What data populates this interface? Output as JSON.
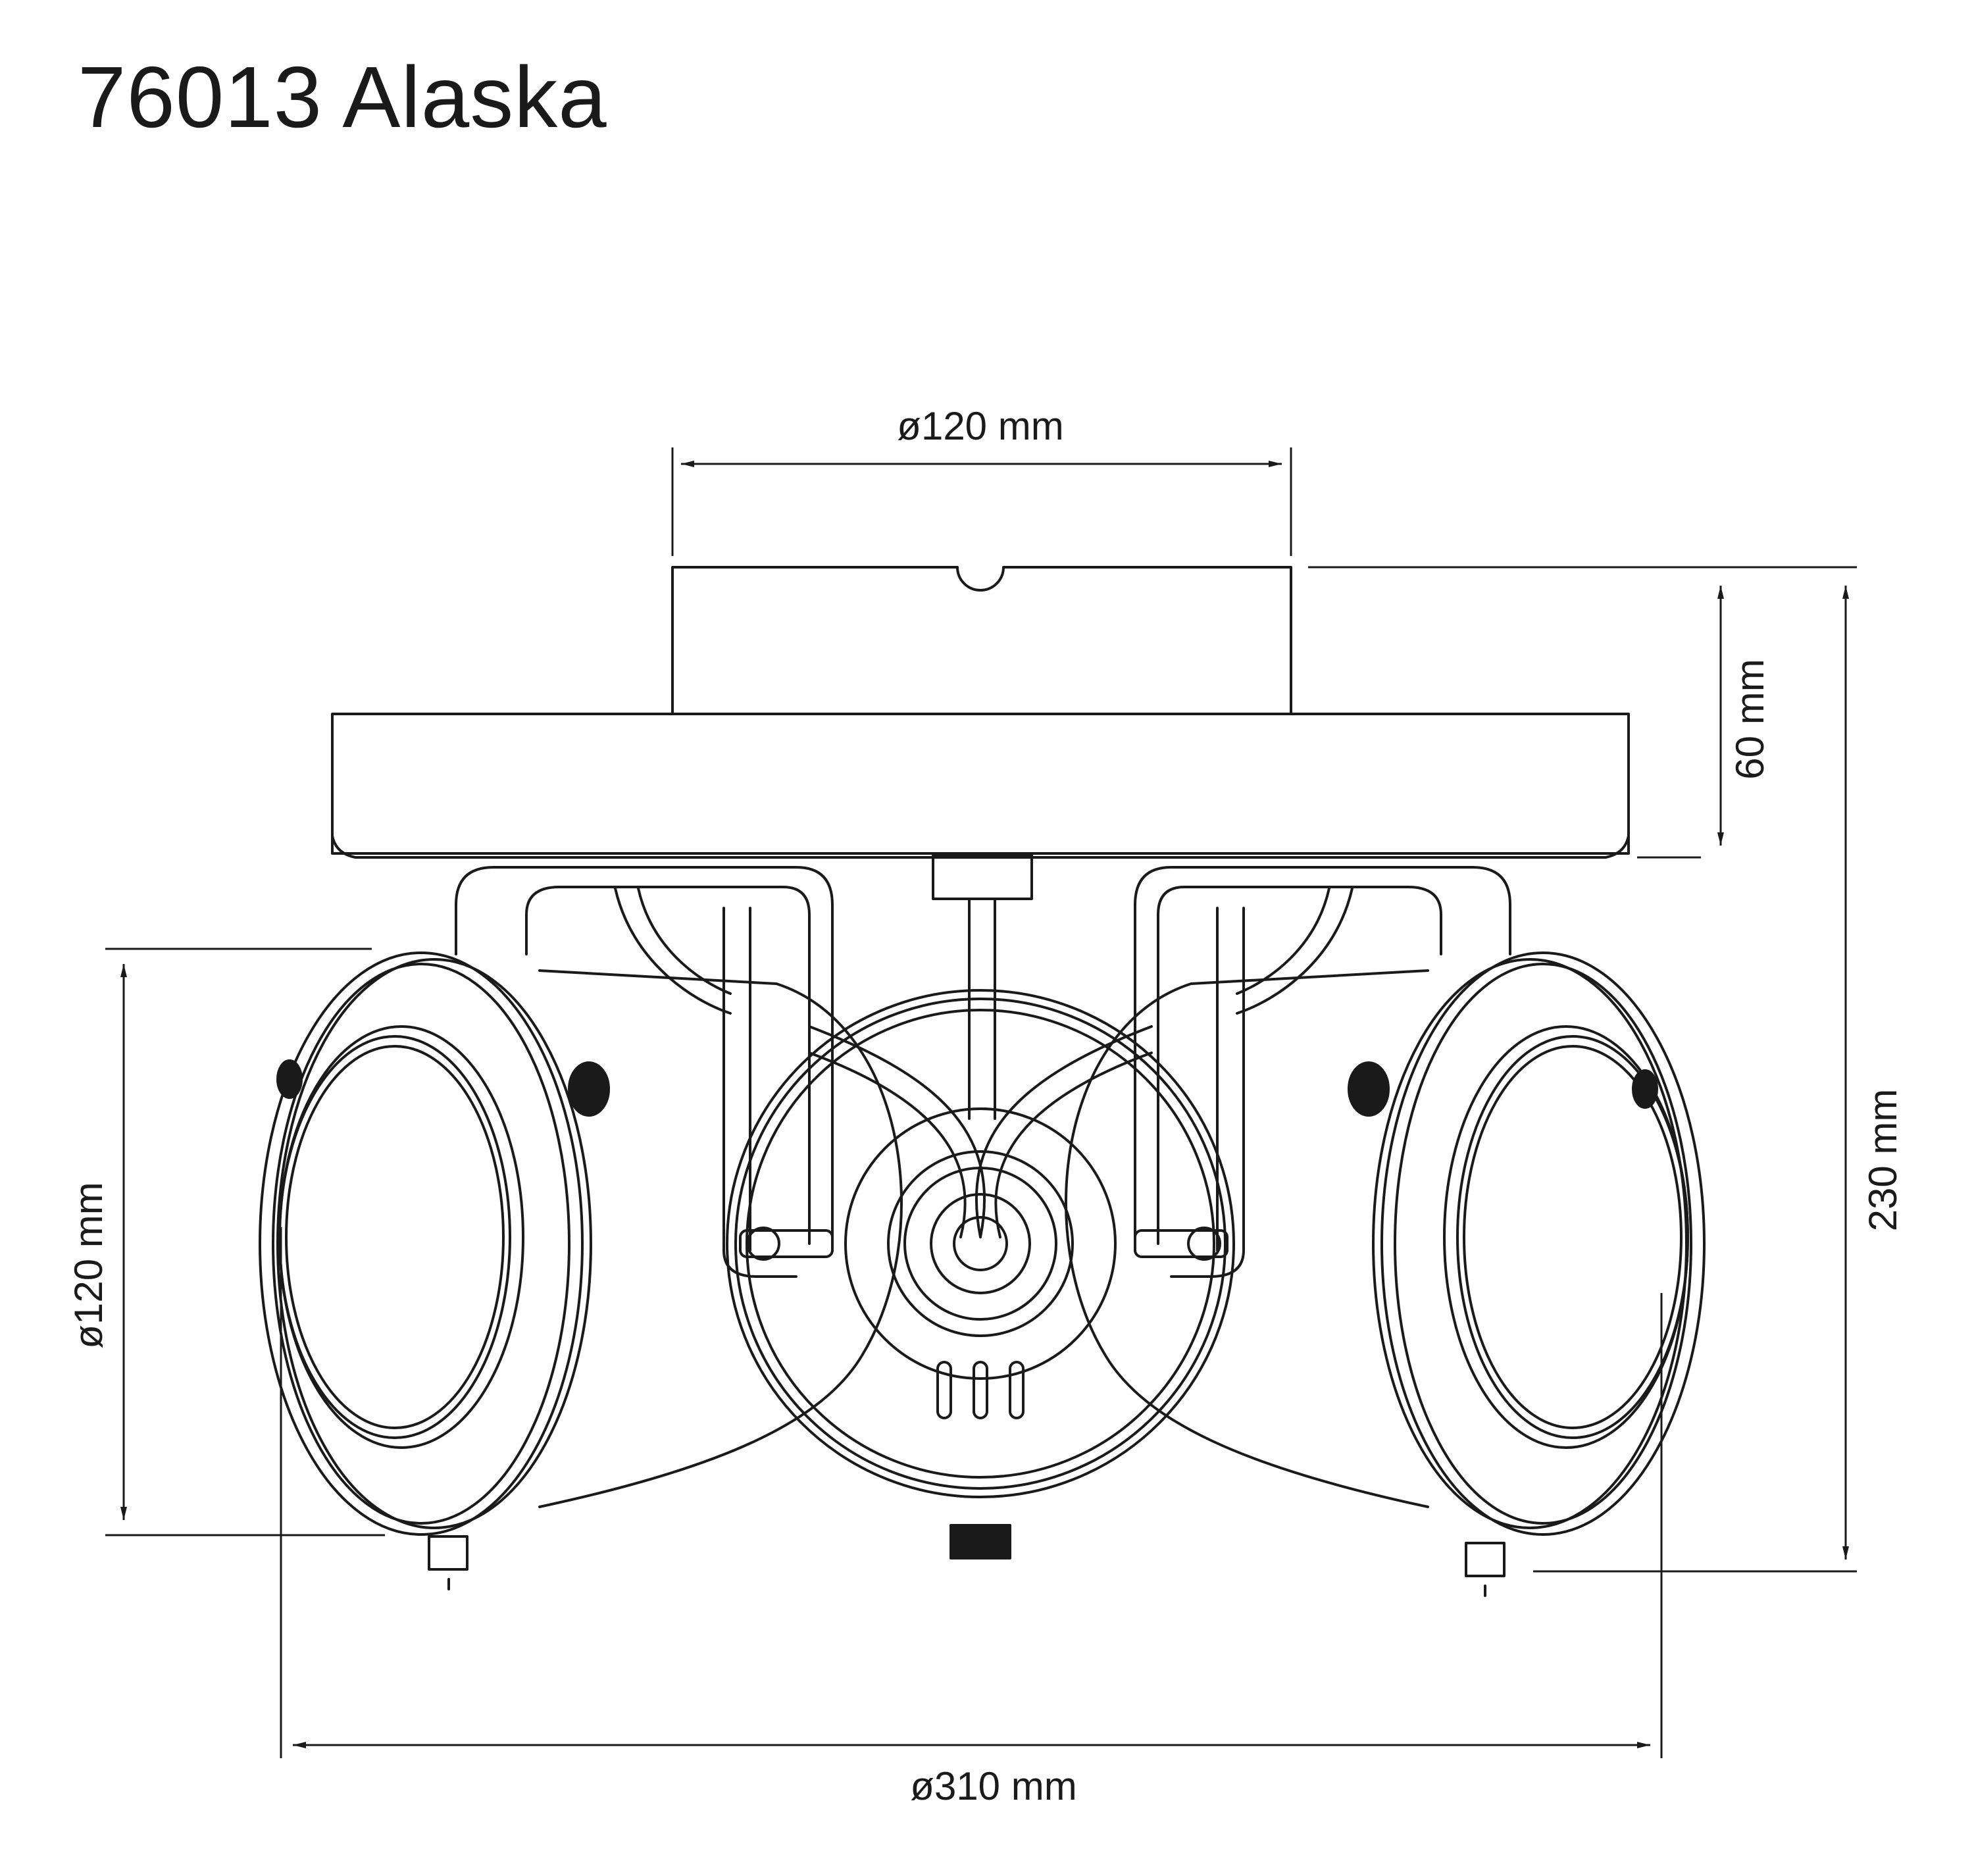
{
  "title": "76013 Alaska",
  "dimensions": {
    "canopy_diameter": "ø120 mm",
    "canopy_height": "60 mm",
    "total_height": "230 mm",
    "spot_diameter": "ø120 mm",
    "total_diameter": "ø310 mm"
  },
  "colors": {
    "line": "#1a1a1a",
    "background": "#ffffff"
  }
}
